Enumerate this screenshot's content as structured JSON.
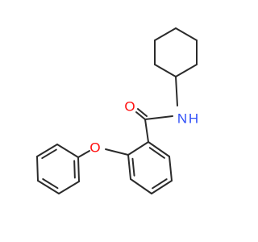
{
  "molecule": {
    "atoms": {
      "oxygen_carbonyl": "O",
      "nitrogen": "N",
      "hydrogen": "H",
      "oxygen_ether": "O"
    },
    "colors": {
      "bond": "#2b2b2b",
      "oxygen": "#ff0d0d",
      "nitrogen": "#3050f8",
      "background": "#ffffff"
    }
  }
}
